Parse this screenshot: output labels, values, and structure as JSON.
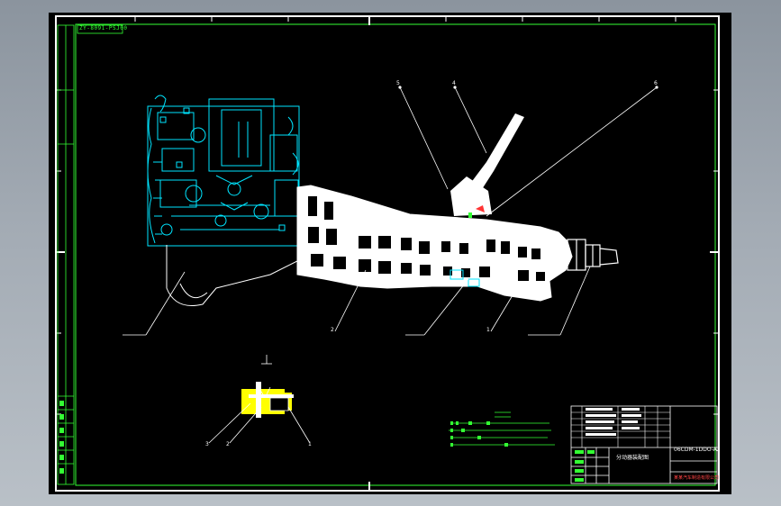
{
  "drawing": {
    "header_code": "ZY-8091-PSJ00",
    "main_balloons": [
      "5",
      "4",
      "6",
      "2",
      "1"
    ],
    "detail_balloons": [
      "3",
      "2",
      "1"
    ],
    "title": "分动器装配图",
    "drawing_no": "06CDM-1DDO-A2",
    "company": "某某汽车制造有限公司"
  },
  "colors": {
    "background": "#000000",
    "frame": "#33ff33",
    "engine": "#00e5ff",
    "gearbox": "#ffffff",
    "leader": "#ffffff",
    "yellow_part": "#ffff00",
    "notes": "#33ff33"
  }
}
